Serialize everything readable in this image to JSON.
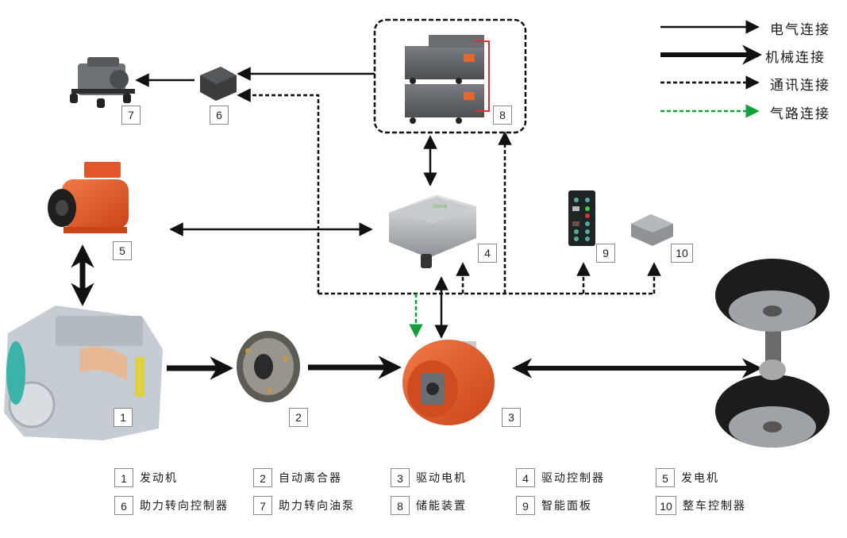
{
  "legend": [
    {
      "type": "electrical",
      "label": "电气连接",
      "color": "#111111"
    },
    {
      "type": "mechanical",
      "label": "机械连接",
      "color": "#111111"
    },
    {
      "type": "communication",
      "label": "通讯连接",
      "color": "#111111"
    },
    {
      "type": "pneumatic",
      "label": "气路连接",
      "color": "#14a03c"
    }
  ],
  "components": [
    {
      "num": "1",
      "name": "发动机",
      "icon": "engine-icon"
    },
    {
      "num": "2",
      "name": "自动离合器",
      "icon": "clutch-icon"
    },
    {
      "num": "3",
      "name": "驱动电机",
      "icon": "drive-motor-icon"
    },
    {
      "num": "4",
      "name": "驱动控制器",
      "icon": "drive-controller-icon"
    },
    {
      "num": "5",
      "name": "发电机",
      "icon": "generator-icon"
    },
    {
      "num": "6",
      "name": "助力转向控制器",
      "icon": "steering-controller-icon"
    },
    {
      "num": "7",
      "name": "助力转向油泵",
      "icon": "steering-pump-icon"
    },
    {
      "num": "8",
      "name": "储能装置",
      "icon": "energy-storage-icon"
    },
    {
      "num": "9",
      "name": "智能面板",
      "icon": "smart-panel-icon"
    },
    {
      "num": "10",
      "name": "整车控制器",
      "icon": "vehicle-controller-icon"
    }
  ],
  "extra": {
    "wheels_icon": "wheel-axle-icon"
  },
  "colors": {
    "orange": "#e2572a",
    "steel": "#8e9499",
    "dark": "#2d2f31",
    "green": "#14a03c"
  }
}
